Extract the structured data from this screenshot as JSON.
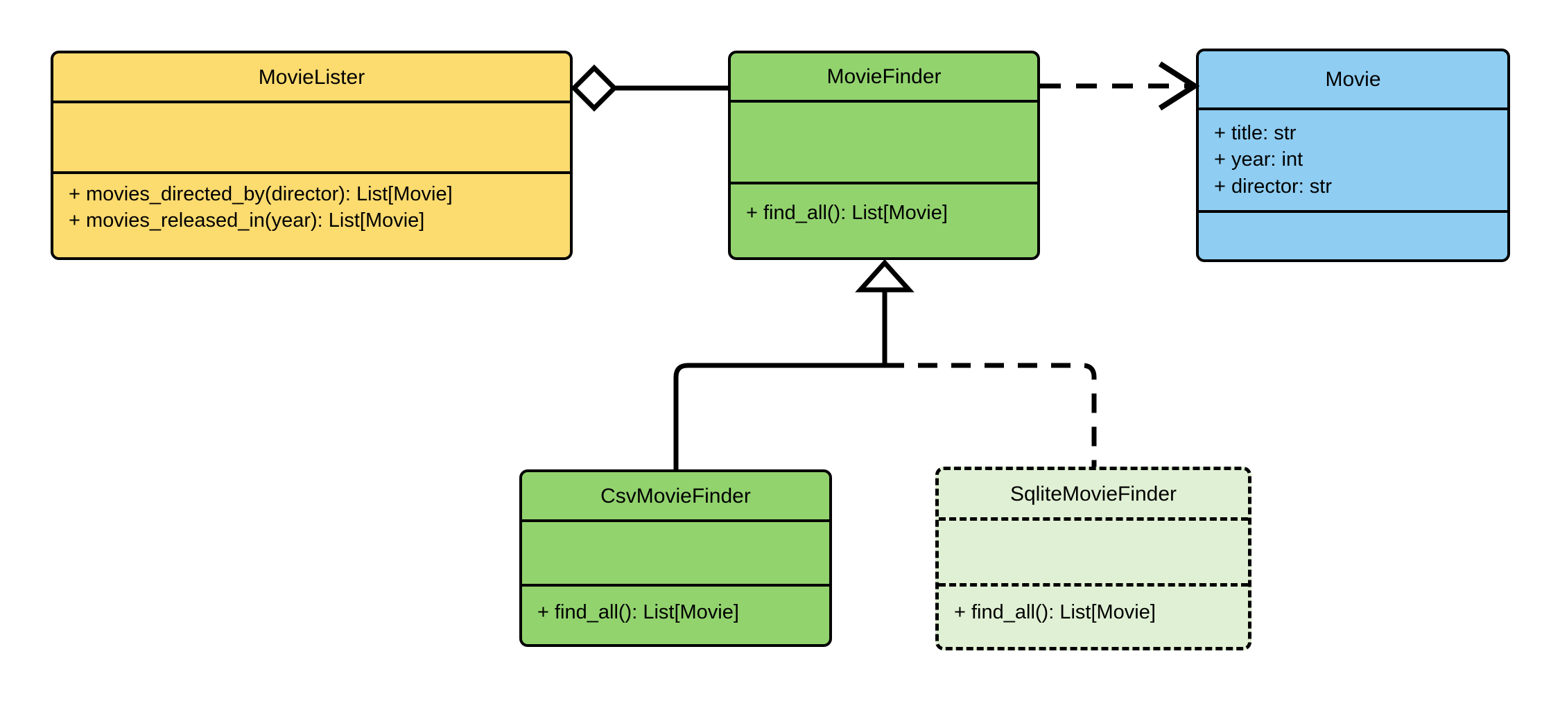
{
  "diagram": {
    "type": "uml-class-diagram",
    "background": "#ffffff",
    "line_color": "#000000"
  },
  "classes": [
    {
      "id": "movie-lister",
      "name": "MovieLister",
      "fill": "#fcdb6f",
      "border_style": "solid",
      "attributes": [],
      "methods": [
        "+ movies_directed_by(director): List[Movie]",
        "+ movies_released_in(year): List[Movie]"
      ]
    },
    {
      "id": "movie-finder",
      "name": "MovieFinder",
      "fill": "#92d36e",
      "border_style": "solid",
      "attributes": [],
      "methods": [
        "+ find_all(): List[Movie]"
      ]
    },
    {
      "id": "movie",
      "name": "Movie",
      "fill": "#8fcdf2",
      "border_style": "solid",
      "attributes": [
        "+ title: str",
        "+ year: int",
        "+ director: str"
      ],
      "methods": []
    },
    {
      "id": "csv-movie-finder",
      "name": "CsvMovieFinder",
      "fill": "#92d36e",
      "border_style": "solid",
      "attributes": [],
      "methods": [
        "+ find_all(): List[Movie]"
      ]
    },
    {
      "id": "sqlite-movie-finder",
      "name": "SqliteMovieFinder",
      "fill": "#e0f0d4",
      "border_style": "dashed",
      "attributes": [],
      "methods": [
        "+ find_all(): List[Movie]"
      ]
    }
  ],
  "relationships": [
    {
      "id": "lister-aggregates-finder",
      "kind": "aggregation",
      "from": "MovieLister",
      "to": "MovieFinder",
      "line_style": "solid",
      "source_decoration": "open-diamond"
    },
    {
      "id": "finder-depends-movie",
      "kind": "dependency",
      "from": "MovieFinder",
      "to": "Movie",
      "line_style": "dashed",
      "target_decoration": "open-arrow"
    },
    {
      "id": "csv-inherits-finder",
      "kind": "generalization",
      "from": "CsvMovieFinder",
      "to": "MovieFinder",
      "line_style": "solid",
      "target_decoration": "hollow-triangle"
    },
    {
      "id": "sqlite-inherits-finder",
      "kind": "generalization",
      "from": "SqliteMovieFinder",
      "to": "MovieFinder",
      "line_style": "dashed",
      "target_decoration": "hollow-triangle"
    }
  ]
}
